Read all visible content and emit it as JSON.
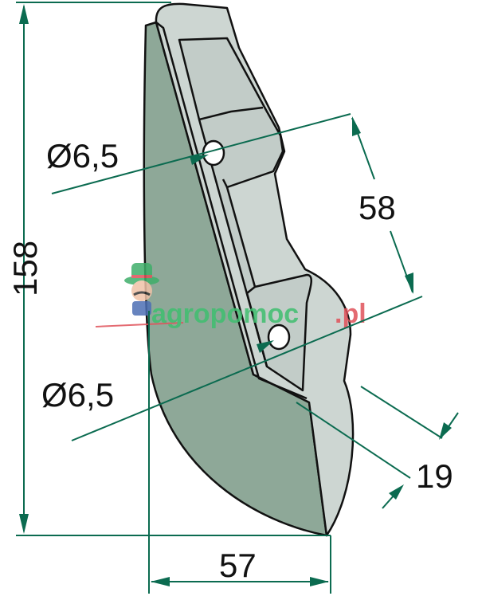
{
  "labels": {
    "hole_top": "Ø6,5",
    "hole_bottom": "Ø6,5",
    "hole_spacing": "58",
    "height": "158",
    "width": "57",
    "thickness": "19"
  },
  "watermark": {
    "text_green": "agropomoc",
    "text_red": ".pl"
  },
  "colors": {
    "dimension": "#0b6b50",
    "dark_face": "#8ea898",
    "light_face": "#cdd6d2",
    "watermark_green": "#3fbf6f",
    "watermark_red": "#e0525a"
  }
}
